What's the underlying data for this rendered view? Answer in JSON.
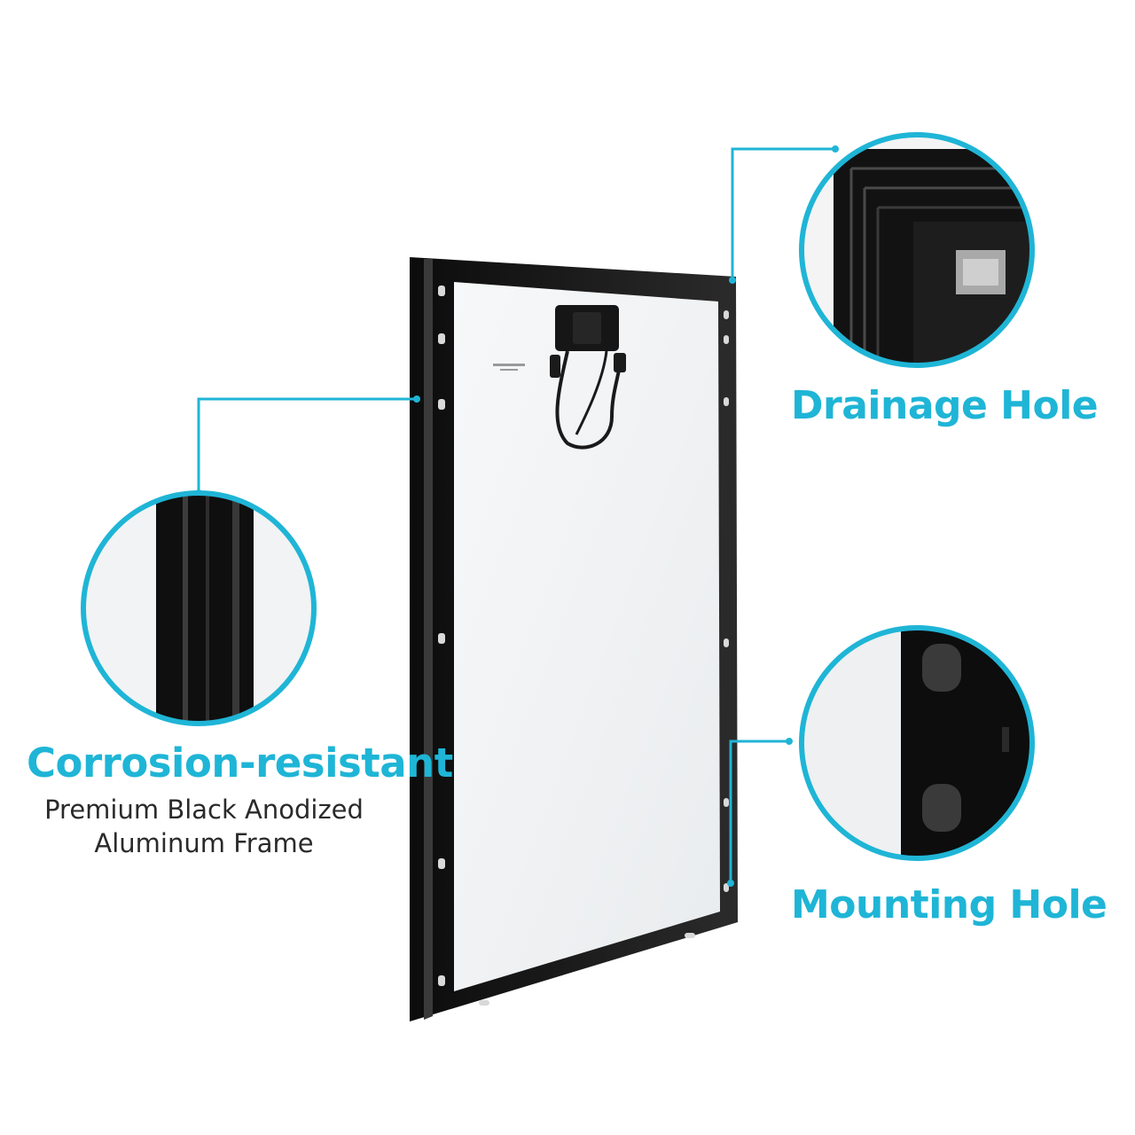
{
  "accent_color": "#1fb5d6",
  "frame_color": "#111111",
  "panel_color": "#f1f3f4",
  "callouts": {
    "drainage": {
      "title": "Drainage Hole",
      "icon": "drainage-hole-closeup"
    },
    "mounting": {
      "title": "Mounting Hole",
      "icon": "mounting-hole-closeup"
    },
    "corrosion": {
      "title": "Corrosion-resistant",
      "subtitle_line1": "Premium Black Anodized",
      "subtitle_line2": "Aluminum Frame",
      "icon": "frame-profile-closeup"
    }
  }
}
